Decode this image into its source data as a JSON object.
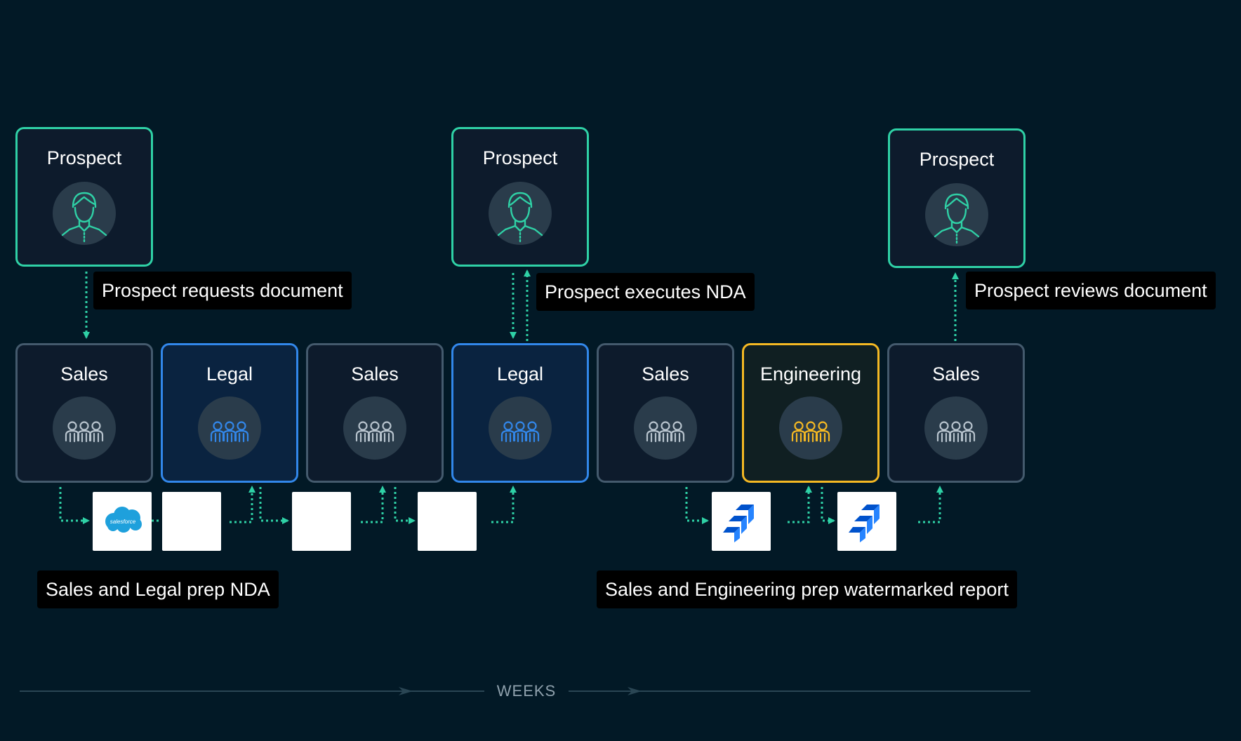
{
  "prospects": [
    {
      "label": "Prospect",
      "icon": "person-icon"
    },
    {
      "label": "Prospect",
      "icon": "person-icon"
    },
    {
      "label": "Prospect",
      "icon": "person-icon"
    }
  ],
  "teams": [
    {
      "label": "Sales",
      "role": "sales",
      "icon": "team-icon"
    },
    {
      "label": "Legal",
      "role": "legal",
      "icon": "team-icon"
    },
    {
      "label": "Sales",
      "role": "sales",
      "icon": "team-icon"
    },
    {
      "label": "Legal",
      "role": "legal",
      "icon": "team-icon"
    },
    {
      "label": "Sales",
      "role": "sales",
      "icon": "team-icon"
    },
    {
      "label": "Engineering",
      "role": "engineering",
      "icon": "team-icon"
    },
    {
      "label": "Sales",
      "role": "sales",
      "icon": "team-icon"
    }
  ],
  "callouts": {
    "requests": "Prospect requests document",
    "executes": "Prospect executes NDA",
    "reviews": "Prospect reviews document",
    "prep_nda": "Sales and Legal  prep NDA",
    "prep_report": "Sales and Engineering prep watermarked report"
  },
  "tools": [
    {
      "icon": "salesforce-logo",
      "text": "salesforce"
    },
    {
      "icon": "blank-document"
    },
    {
      "icon": "blank-document"
    },
    {
      "icon": "blank-document"
    },
    {
      "icon": "jira-logo"
    },
    {
      "icon": "jira-logo"
    }
  ],
  "axis": {
    "label": "WEEKS"
  },
  "colors": {
    "background": "#021926",
    "prospect": "#2fd1a6",
    "sales": "#445a6d",
    "legal": "#3287ea",
    "engineering": "#f4b823",
    "connector": "#2fd1a6",
    "salesforce": "#1ea0dc",
    "jira": "#2684ff"
  }
}
